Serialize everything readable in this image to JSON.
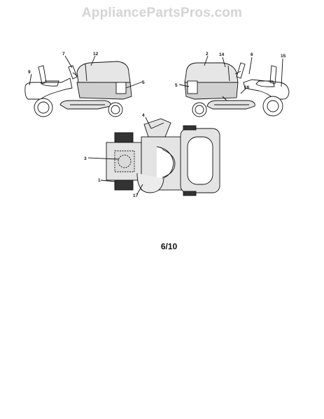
{
  "watermark": "AppliancePartsPros.com",
  "page_number": "6/10",
  "callouts": {
    "left_tractor": [
      "7",
      "12",
      "9",
      "5"
    ],
    "right_tractor": [
      "2",
      "14",
      "6",
      "15",
      "5",
      "16"
    ],
    "top_view": [
      "4",
      "3",
      "1",
      "17"
    ]
  },
  "colors": {
    "line": "#111111",
    "body_shade": "#dcdcdc",
    "watermark": "#d4d4d4"
  }
}
